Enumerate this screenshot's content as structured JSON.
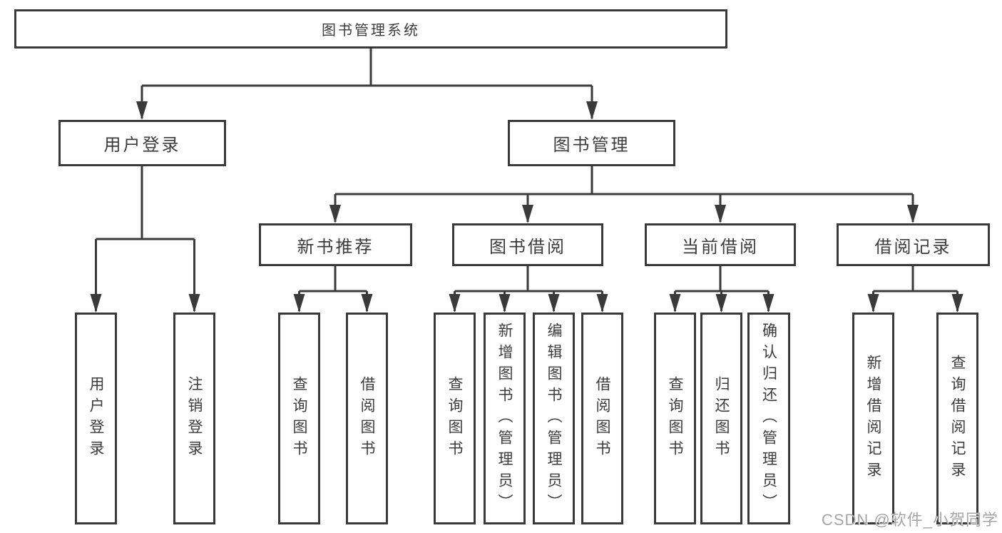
{
  "colors": {
    "line": "#3a3a3a",
    "box_border": "#3a3a3a",
    "text": "#3c3c3c",
    "background": "#ffffff",
    "watermark": "#a5a5a5"
  },
  "tree": {
    "root": {
      "label": "图书管理系统"
    },
    "branches": [
      {
        "label": "用户登录",
        "children": [
          {
            "label": "用户登录"
          },
          {
            "label": "注销登录"
          }
        ]
      },
      {
        "label": "图书管理",
        "children": [
          {
            "label": "新书推荐",
            "children": [
              {
                "label": "查询图书"
              },
              {
                "label": "借阅图书"
              }
            ]
          },
          {
            "label": "图书借阅",
            "children": [
              {
                "label": "查询图书"
              },
              {
                "label": "新增图书（管理员）"
              },
              {
                "label": "编辑图书（管理员）"
              },
              {
                "label": "借阅图书"
              }
            ]
          },
          {
            "label": "当前借阅",
            "children": [
              {
                "label": "查询图书"
              },
              {
                "label": "归还图书"
              },
              {
                "label": "确认归还（管理员）"
              }
            ]
          },
          {
            "label": "借阅记录",
            "children": [
              {
                "label": "新增借阅记录"
              },
              {
                "label": "查询借阅记录"
              }
            ]
          }
        ]
      }
    ]
  },
  "watermark": {
    "text": "CSDN @软件_小贺同学"
  }
}
